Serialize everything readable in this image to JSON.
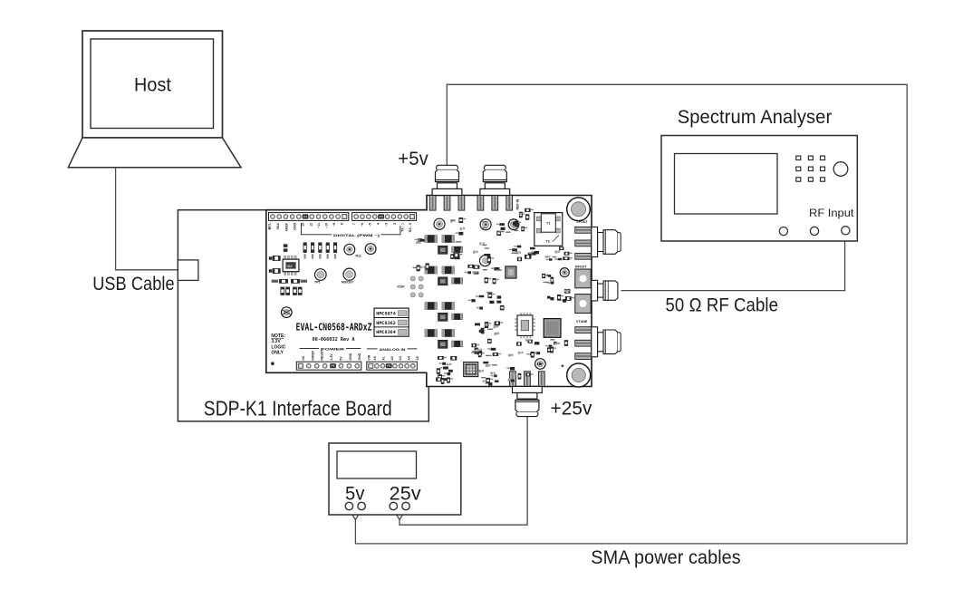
{
  "labels": {
    "host": "Host",
    "usb_cable": "USB Cable",
    "sdp_board": "SDP-K1 Interface Board",
    "plus_5v": "+5v",
    "plus_25v": "+25v",
    "spectrum_analyser": "Spectrum Analyser",
    "rf_input": "RF Input",
    "rf_cable": "50 Ω RF Cable",
    "sma_power_cables": "SMA power cables",
    "psu_5v": "5v",
    "psu_25v": "25v"
  },
  "pcb": {
    "title": "EVAL-CN0568-ARDxZ",
    "revision": "08-066032  Rev A",
    "note_lines": [
      "NOTE:",
      "3.3V",
      "LOGIC",
      "ONLY"
    ],
    "digital_bracket": "DIGITAL (PWM ~)",
    "power_bracket": "POWER",
    "analog_bracket": "ANALOG IN",
    "icsp": "ICSP",
    "digital_pins_left": [
      "SCL",
      "SDA",
      "AREF",
      "GND",
      "13",
      "12",
      "~11",
      "~10",
      "~9",
      "8"
    ],
    "digital_pins_right": [
      "7",
      "~6",
      "~5",
      "4",
      "~3",
      "2",
      "TX→1",
      "RX←0"
    ],
    "power_pins": [
      "NC",
      "IOREF",
      "RESET",
      "3.3V",
      "5V",
      "GND",
      "GND",
      "VIN"
    ],
    "analog_pins": [
      "A0",
      "A1",
      "A2",
      "A3",
      "A4",
      "A5"
    ],
    "hmc_options": [
      "HMC8074",
      "HMC8362",
      "HMC8364"
    ],
    "header_refs": [
      "P4",
      "P5",
      "P6",
      "P8"
    ],
    "connector_labels": {
      "ref_in": "REF IN",
      "lpout": "LPOUT",
      "rfout": "RFOUT",
      "vtune": "VTUNE",
      "t1": "T1",
      "t2": "T2",
      "u10": "U10",
      "r11": "R11",
      "mixout": "MIXOUT",
      "tp5": "TP5",
      "e5v": "E5V"
    }
  },
  "colors": {
    "ink": "#1c1c1c",
    "line": "#4a4a4a",
    "pad_gray": "#b4b4b4",
    "dark": "#1f1f1f"
  }
}
